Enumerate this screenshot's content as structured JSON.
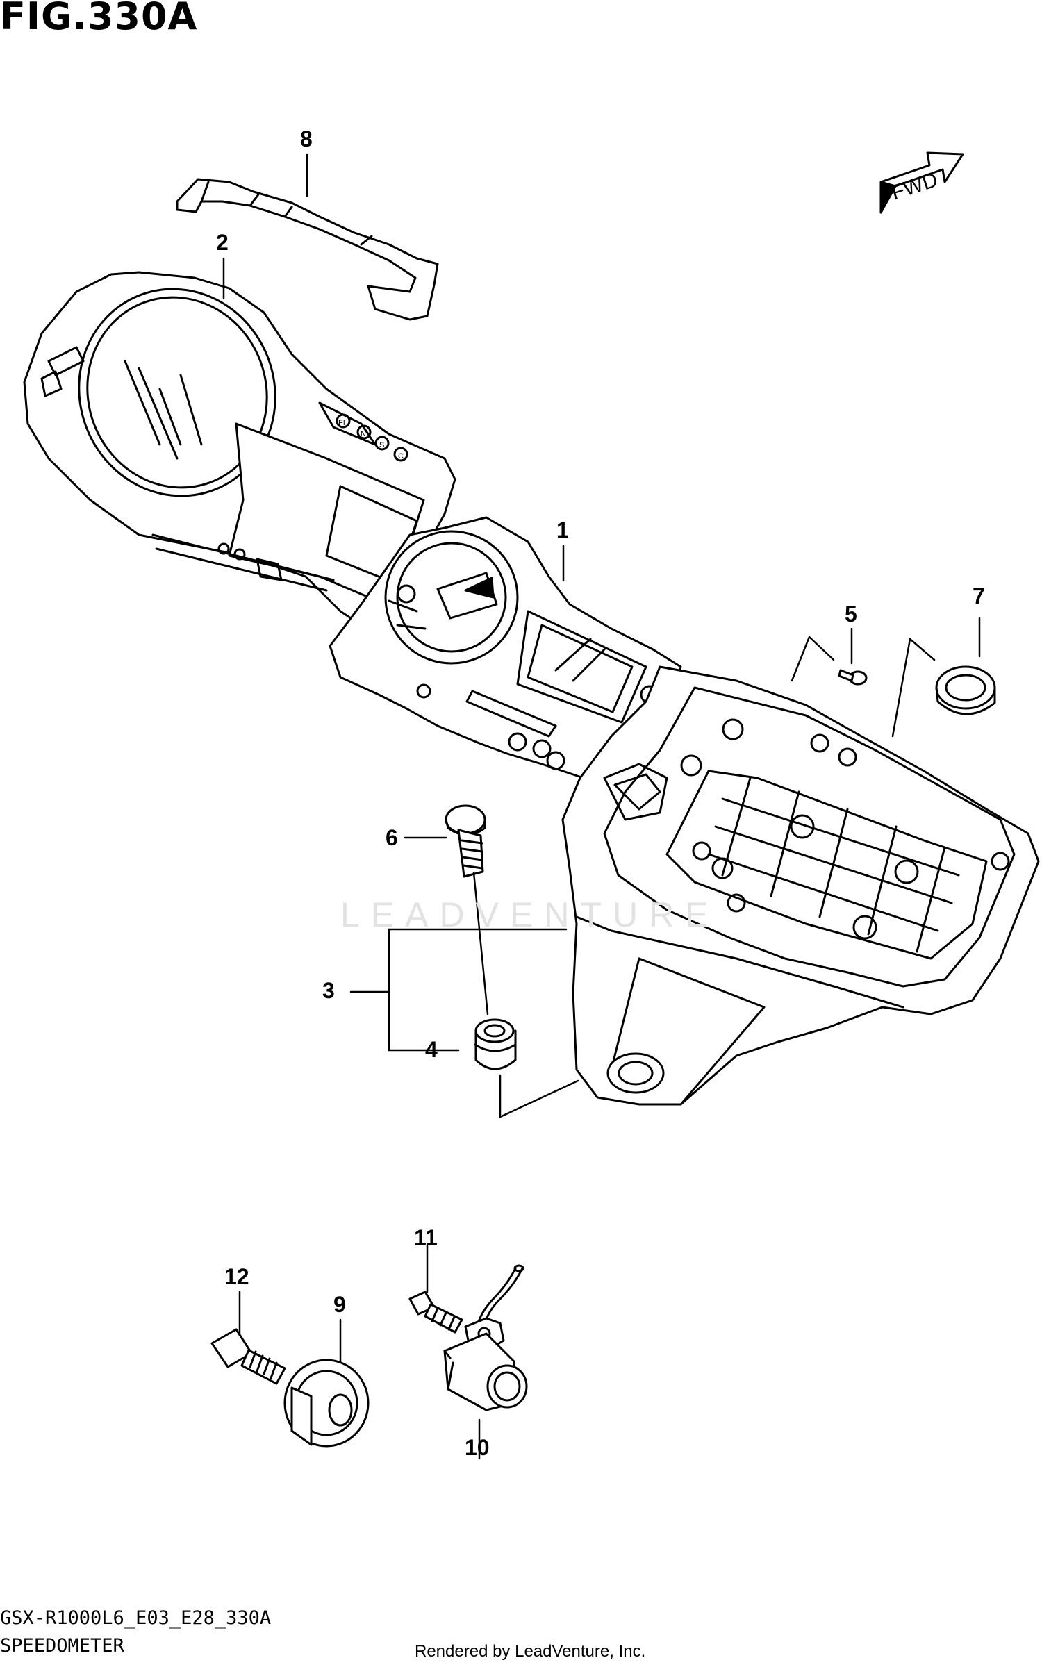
{
  "figure": {
    "title": "FIG.330A",
    "model_code": "GSX-R1000L6_E03_E28_330A",
    "name": "SPEEDOMETER",
    "render_credit": "Rendered by LeadVenture, Inc.",
    "watermark": "LEADVENTURE",
    "fwd_label": "FWD"
  },
  "callouts": [
    "1",
    "2",
    "3",
    "4",
    "5",
    "6",
    "7",
    "8",
    "9",
    "10",
    "11",
    "12"
  ],
  "instrument_labels": [
    "FI",
    "N",
    "S",
    "C"
  ]
}
